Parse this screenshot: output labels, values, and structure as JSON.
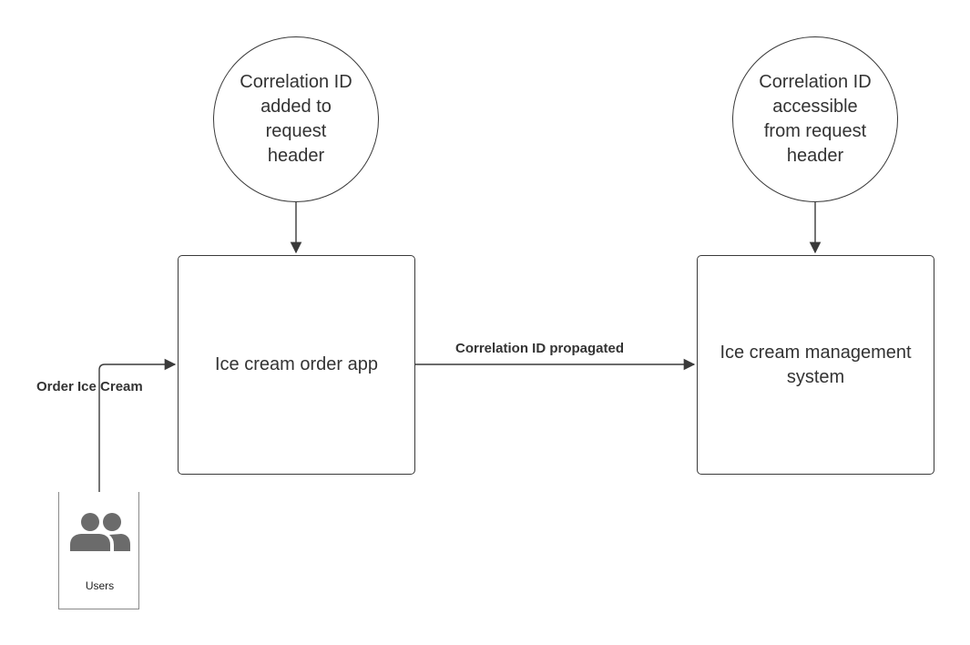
{
  "nodes": {
    "circle_left": {
      "lines": [
        "Correlation ID",
        "added to",
        "request",
        "header"
      ]
    },
    "circle_right": {
      "lines": [
        "Correlation ID",
        "accessible",
        "from request",
        "header"
      ]
    },
    "order_app": {
      "label": "Ice cream order app"
    },
    "management_system": {
      "label": "Ice cream management system"
    },
    "users": {
      "label": "Users",
      "icon": "users-icon"
    }
  },
  "edges": {
    "order_ice_cream": "Order Ice Cream",
    "correlation_propagated": "Correlation ID propagated"
  },
  "colors": {
    "stroke": "#3a3a3a",
    "text": "#333333",
    "icon": "#6b6b6b"
  }
}
